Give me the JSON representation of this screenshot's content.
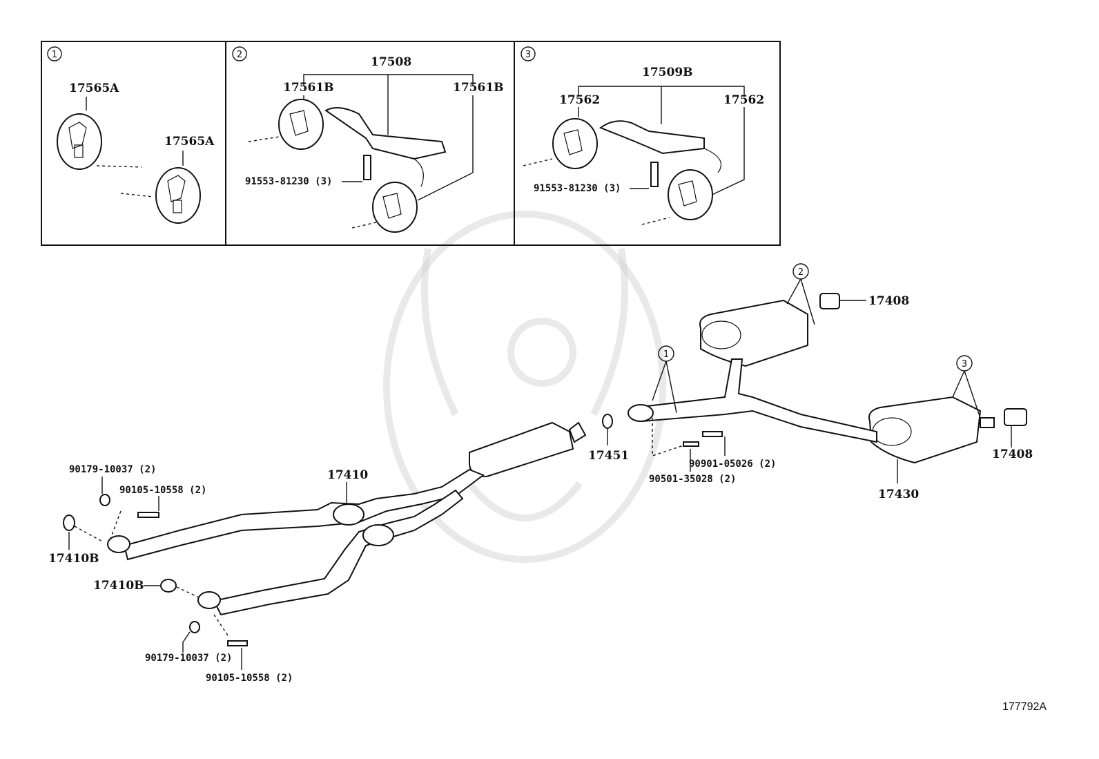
{
  "callouts": {
    "inset1": "1",
    "inset2": "2",
    "inset3": "3",
    "main_c2": "2",
    "main_c1": "1",
    "main_c3": "3"
  },
  "labels": {
    "p17565A_a": "17565A",
    "p17565A_b": "17565A",
    "p17508": "17508",
    "p17561B_a": "17561B",
    "p17561B_b": "17561B",
    "bolt_inset2": "91553-81230 (3)",
    "p17509B": "17509B",
    "p17562_a": "17562",
    "p17562_b": "17562",
    "bolt_inset3": "91553-81230 (3)",
    "p17408_top": "17408",
    "p17408_right": "17408",
    "p17430": "17430",
    "p17451": "17451",
    "p90901": "90901-05026 (2)",
    "p90501": "90501-35028 (2)",
    "p17410": "17410",
    "p90179_top": "90179-10037 (2)",
    "p90105_top": "90105-10558 (2)",
    "p17410B_left": "17410B",
    "p17410B_mid": "17410B",
    "p90179_bot": "90179-10037 (2)",
    "p90105_bot": "90105-10558 (2)"
  },
  "diagram_code": "177792A"
}
